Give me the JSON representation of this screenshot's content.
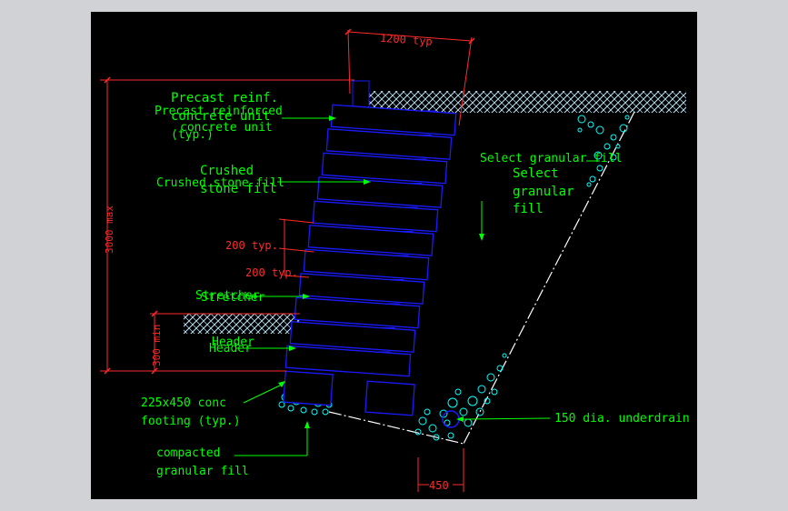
{
  "colors": {
    "background": "#000000",
    "frame": "#d0d2d6",
    "dimension": "#ff2a2a",
    "label": "#00ff00",
    "block": "#1a1aff",
    "fill": "#00ffff",
    "ground": "#bfe6ff"
  },
  "dimensions": {
    "width_top": "1200 typ",
    "height": "3000 max",
    "embedment": "300 min",
    "course_1": "200 typ.",
    "course_2": "200 typ.",
    "toe": "450"
  },
  "labels": {
    "precast_a1": "Precast reinf.",
    "precast_a2": "concrete unit",
    "precast_a3": "(typ.)",
    "precast_b1": "Precast reinforced",
    "precast_b2": "concrete unit",
    "crushed_a1": "Crushed",
    "crushed_a2": "stone fill",
    "crushed_b": "Crushed stone fill",
    "select_a": "Select granular fill",
    "select_b1": "Select",
    "select_b2": "granular",
    "select_b3": "fill",
    "stretcher_a": "Stretcher",
    "stretcher_b": "Stretcher",
    "header_a": "Header",
    "header_b": "Header",
    "footing1": "225x450 conc",
    "footing2": "footing (typ.)",
    "compacted1": "compacted",
    "compacted2": "granular fill",
    "underdrain": "150 dia. underdrain"
  }
}
